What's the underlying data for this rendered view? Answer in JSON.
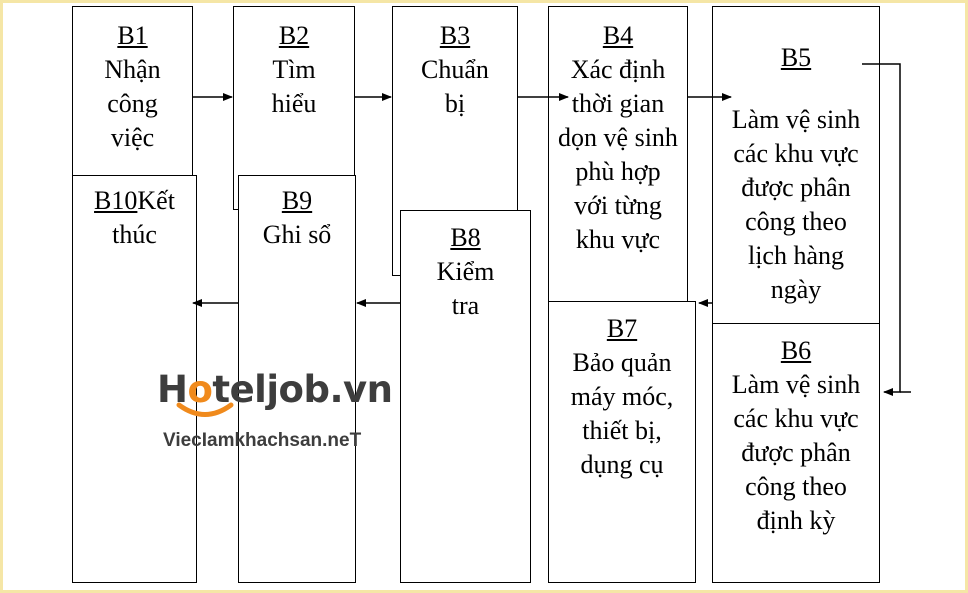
{
  "steps": {
    "b1": {
      "code": "B1",
      "text": "Nhận công việc"
    },
    "b2": {
      "code": "B2",
      "text": "Tìm hiểu"
    },
    "b3": {
      "code": "B3",
      "text": "Chuẩn bị"
    },
    "b4": {
      "code": "B4",
      "text": "Xác định thời gian dọn vệ sinh phù hợp với từng khu vực"
    },
    "b5": {
      "code": "B5",
      "text": "Làm vệ sinh các khu vực được phân công theo lịch hàng ngày"
    },
    "b6": {
      "code": "B6",
      "text": "Làm vệ sinh các khu vực được phân công theo định kỳ"
    },
    "b7": {
      "code": "B7",
      "text": "Bảo quản máy móc, thiết bị, dụng cụ"
    },
    "b8": {
      "code": "B8",
      "text": "Kiểm tra"
    },
    "b9": {
      "code": "B9",
      "text": "Ghi sổ"
    },
    "b10": {
      "code": "B10",
      "text": "Kết thúc"
    }
  },
  "watermark": {
    "brand_part1": "H",
    "brand_o": "o",
    "brand_part2": "teljob.vn",
    "tagline": "ViecIamkhachsan.neT"
  },
  "colors": {
    "accent": "#f08a1c",
    "logo_text": "#3d3d3d",
    "frame": "#f5e6a6"
  }
}
